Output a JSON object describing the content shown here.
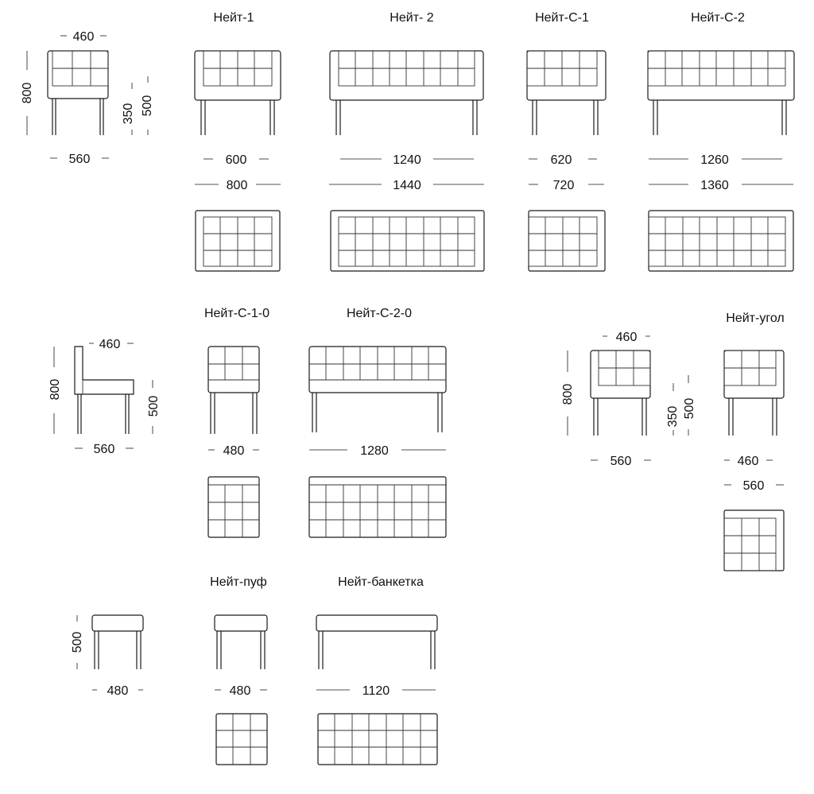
{
  "models": [
    {
      "id": "neit-1",
      "name": "Нейт-1",
      "dims": [
        "600",
        "800"
      ]
    },
    {
      "id": "neit-2",
      "name": "Нейт- 2",
      "dims": [
        "1240",
        "1440"
      ]
    },
    {
      "id": "neit-c-1",
      "name": "Нейт-С-1",
      "dims": [
        "620",
        "720"
      ]
    },
    {
      "id": "neit-c-2",
      "name": "Нейт-С-2",
      "dims": [
        "1260",
        "1360"
      ]
    },
    {
      "id": "neit-c-1-0",
      "name": "Нейт-С-1-0",
      "dims": [
        "480"
      ]
    },
    {
      "id": "neit-c-2-0",
      "name": "Нейт-С-2-0",
      "dims": [
        "1280"
      ]
    },
    {
      "id": "neit-ugol",
      "name": "Нейт-угол",
      "dims": [
        "460",
        "560"
      ]
    },
    {
      "id": "neit-puf",
      "name": "Нейт-пуф",
      "dims": [
        "480"
      ]
    },
    {
      "id": "neit-banketka",
      "name": "Нейт-банкетка",
      "dims": [
        "1120"
      ]
    }
  ],
  "side_views": {
    "armchair": {
      "depth_top": "460",
      "height": "800",
      "seat": "350",
      "arm": "500",
      "depth_bottom": "560"
    },
    "chair": {
      "depth_top": "460",
      "height": "800",
      "seat": "500",
      "depth_bottom": "560"
    },
    "corner": {
      "depth_top": "460",
      "height": "800",
      "seat": "350",
      "arm": "500",
      "depth_bottom": "560"
    },
    "pouf": {
      "height": "500",
      "depth": "480"
    }
  }
}
